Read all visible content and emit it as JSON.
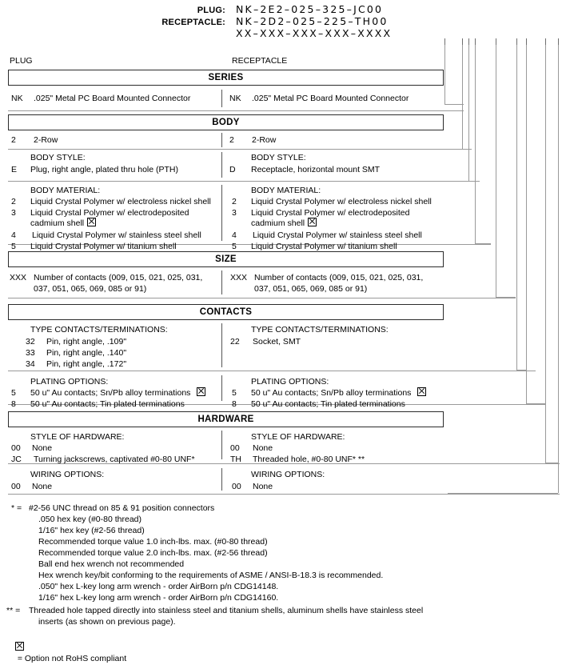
{
  "part_numbers": {
    "plug_label": "PLUG:",
    "plug_value": "NK–2E2–025–325–JC00",
    "receptacle_label": "RECEPTACLE:",
    "receptacle_value": "NK–2D2–025–225–TH00",
    "pattern_value": "XX–XXX–XXX–XXX–XXXX"
  },
  "columns": {
    "plug": "PLUG",
    "receptacle": "RECEPTACLE"
  },
  "sections": {
    "series": {
      "title": "SERIES",
      "plug": {
        "code": "NK",
        "text": ".025\" Metal PC Board Mounted Connector"
      },
      "receptacle": {
        "code": "NK",
        "text": ".025\" Metal PC Board Mounted Connector"
      }
    },
    "body": {
      "title": "BODY",
      "row": {
        "plug_code": "2",
        "plug_text": "2-Row",
        "recep_code": "2",
        "recep_text": "2-Row"
      },
      "style": {
        "heading": "BODY STYLE:",
        "plug_code": "E",
        "plug_text": "Plug, right angle, plated thru hole (PTH)",
        "recep_code": "D",
        "recep_text": "Receptacle, horizontal mount SMT"
      },
      "material": {
        "heading": "BODY MATERIAL:",
        "plug_items": [
          {
            "code": "2",
            "text": "Liquid Crystal Polymer w/ electroless nickel shell",
            "rohs": false
          },
          {
            "code": "3",
            "text": "Liquid Crystal Polymer w/ electrodeposited",
            "text2": "cadmium shell",
            "rohs": true
          },
          {
            "code": "4",
            "text": "Liquid Crystal Polymer w/ stainless steel shell",
            "rohs": false
          },
          {
            "code": "5",
            "text": "Liquid Crystal Polymer w/ titanium shell",
            "rohs": false
          }
        ],
        "recep_items": [
          {
            "code": "2",
            "text": "Liquid Crystal Polymer w/ electroless nickel shell",
            "rohs": false
          },
          {
            "code": "3",
            "text": "Liquid Crystal Polymer w/ electrodeposited",
            "text2": "cadmium shell",
            "rohs": true
          },
          {
            "code": "4",
            "text": "Liquid Crystal Polymer w/ stainless steel shell",
            "rohs": false
          },
          {
            "code": "5",
            "text": "Liquid Crystal Polymer w/ titanium shell",
            "rohs": false
          }
        ]
      }
    },
    "size": {
      "title": "SIZE",
      "plug": {
        "code": "XXX",
        "line1": "Number of contacts (009, 015, 021, 025, 031,",
        "line2": "037, 051, 065, 069, 085 or 91)"
      },
      "receptacle": {
        "code": "XXX",
        "line1": "Number of contacts (009, 015, 021, 025, 031,",
        "line2": "037, 051, 065, 069, 085 or 91)"
      }
    },
    "contacts": {
      "title": "CONTACTS",
      "type": {
        "heading": "TYPE CONTACTS/TERMINATIONS:",
        "plug_items": [
          {
            "code": "32",
            "text": "Pin, right angle, .109\""
          },
          {
            "code": "33",
            "text": "Pin, right angle, .140\""
          },
          {
            "code": "34",
            "text": "Pin, right angle, .172\""
          }
        ],
        "recep_items": [
          {
            "code": "22",
            "text": "Socket, SMT"
          }
        ]
      },
      "plating": {
        "heading": "PLATING OPTIONS:",
        "plug_items": [
          {
            "code": "5",
            "text": "50 u\" Au contacts; Sn/Pb alloy terminations",
            "rohs": true
          },
          {
            "code": "8",
            "text": "50 u\" Au contacts; Tin plated terminations",
            "rohs": false
          }
        ],
        "recep_items": [
          {
            "code": "5",
            "text": "50 u\" Au contacts; Sn/Pb alloy terminations",
            "rohs": true
          },
          {
            "code": "8",
            "text": "50 u\" Au contacts; Tin plated terminations",
            "rohs": false
          }
        ]
      }
    },
    "hardware": {
      "title": "HARDWARE",
      "style": {
        "heading": "STYLE OF HARDWARE:",
        "plug_items": [
          {
            "code": "00",
            "text": "None"
          },
          {
            "code": "JC",
            "text": "Turning jackscrews, captivated #0-80 UNF*"
          }
        ],
        "recep_items": [
          {
            "code": "00",
            "text": "None"
          },
          {
            "code": "TH",
            "text": "Threaded hole, #0-80 UNF*  **"
          }
        ]
      },
      "wiring": {
        "heading": "WIRING OPTIONS:",
        "plug_items": [
          {
            "code": "00",
            "text": "None"
          }
        ],
        "recep_items": [
          {
            "code": "00",
            "text": "None"
          }
        ]
      }
    }
  },
  "footnotes": {
    "single_star_mark": "* =",
    "single_star_lines": [
      "#2-56 UNC thread on 85 & 91 position connectors",
      ".050 hex key (#0-80 thread)",
      "1/16\" hex key (#2-56 thread)",
      "Recommended torque value 1.0 inch-lbs. max. (#0-80 thread)",
      "Recommended torque value 2.0 inch-lbs. max. (#2-56 thread)",
      "Ball end hex wrench not recommended",
      "Hex wrench key/bit conforming to the requirements of ASME / ANSI-B-18.3 is recommended.",
      ".050\" hex L-key long arm wrench - order AirBorn p/n CDG14148.",
      "1/16\" hex L-key long arm wrench - order AirBorn p/n CDG14160."
    ],
    "double_star_mark": "** =",
    "double_star_lines": [
      "Threaded hole tapped directly into stainless steel and titanium shells, aluminum shells have stainless steel",
      "inserts (as shown on previous page)."
    ],
    "rohs_note": "= Option not RoHS compliant"
  }
}
